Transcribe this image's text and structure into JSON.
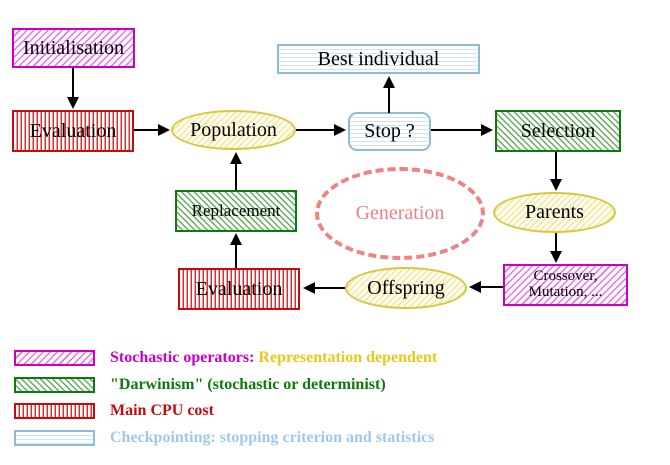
{
  "nodes": {
    "initialisation": "Initialisation",
    "evaluation_top": "Evaluation",
    "population": "Population",
    "best_individual": "Best individual",
    "stop": "Stop ?",
    "selection": "Selection",
    "replacement": "Replacement",
    "generation": "Generation",
    "parents": "Parents",
    "crossover_line1": "Crossover,",
    "crossover_line2": "Mutation, ...",
    "offspring": "Offspring",
    "evaluation_bottom": "Evaluation"
  },
  "legend": {
    "stochastic_label": "Stochastic operators:",
    "stochastic_value": "Representation dependent",
    "darwinism": "\"Darwinism\" (stochastic or determinist)",
    "cpu": "Main CPU cost",
    "checkpointing": "Checkpointing: stopping criterion and statistics"
  },
  "colors": {
    "magenta": "#c800c8",
    "red": "#c40c0c",
    "green": "#0c7a0c",
    "cyan_border": "#8cbcd8",
    "light_blue_text": "#9fc9e8",
    "yellow_text": "#e8c81a",
    "gold_border": "#d9c73d",
    "salmon": "#ef8282",
    "arrow_black": "#000000"
  }
}
